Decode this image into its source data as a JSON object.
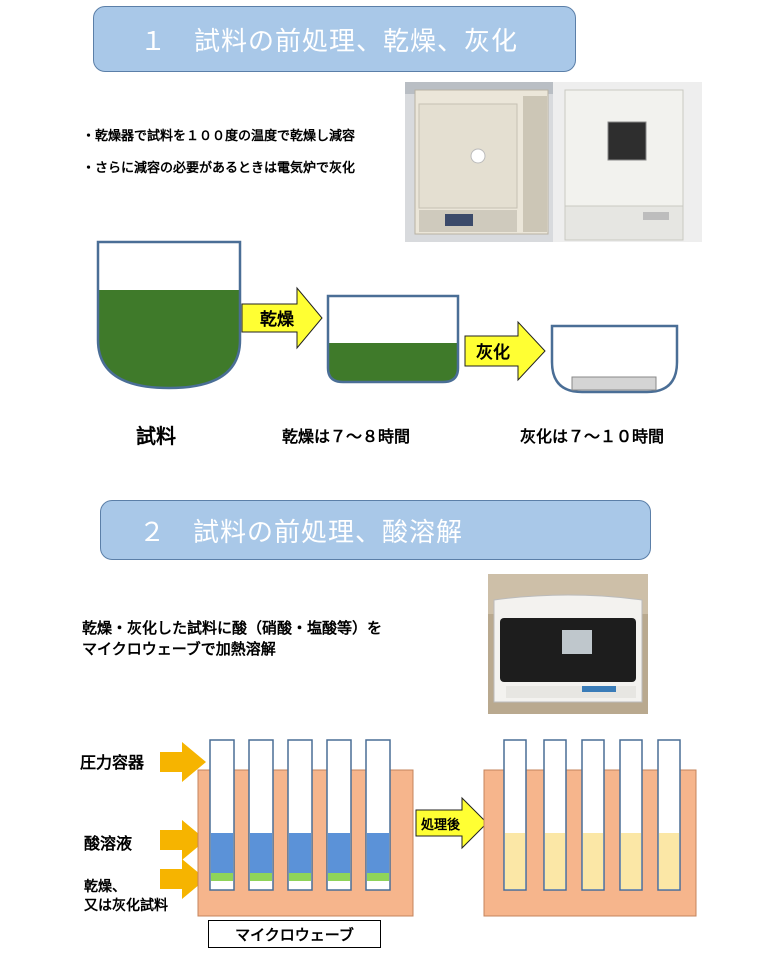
{
  "section1": {
    "header": "１　試料の前処理、乾燥、灰化",
    "bullets": [
      "・乾燥器で試料を１００度の温度で乾燥し減容",
      "・さらに減容の必要があるときは電気炉で灰化"
    ],
    "arrow_dry": "乾燥",
    "arrow_ash": "灰化",
    "label_sample": "試料",
    "label_dry_time": "乾燥は７～８時間",
    "label_ash_time": "灰化は７～１０時間"
  },
  "section2": {
    "header": "２　試料の前処理、酸溶解",
    "desc_line1": "乾燥・灰化した試料に酸（硝酸・塩酸等）を",
    "desc_line2": "マイクロウェーブで加熱溶解",
    "label_pressure_vessel": "圧力容器",
    "label_acid_solution": "酸溶液",
    "label_dried_line1": "乾燥、",
    "label_dried_line2": "又は灰化試料",
    "label_after": "処理後",
    "label_microwave": "マイクロウェーブ"
  },
  "colors": {
    "header_fill": "#a9c8e8",
    "sample_green": "#3f7a2a",
    "vessel_outline": "#4a6e96",
    "arrow_yellow": "#ffff33",
    "bath_orange": "#f6b58c",
    "acid_blue": "#5b92d8",
    "residue_green": "#8fd45a",
    "solution_pale": "#fbe7a6",
    "label_arrow_orange": "#f6b400"
  }
}
